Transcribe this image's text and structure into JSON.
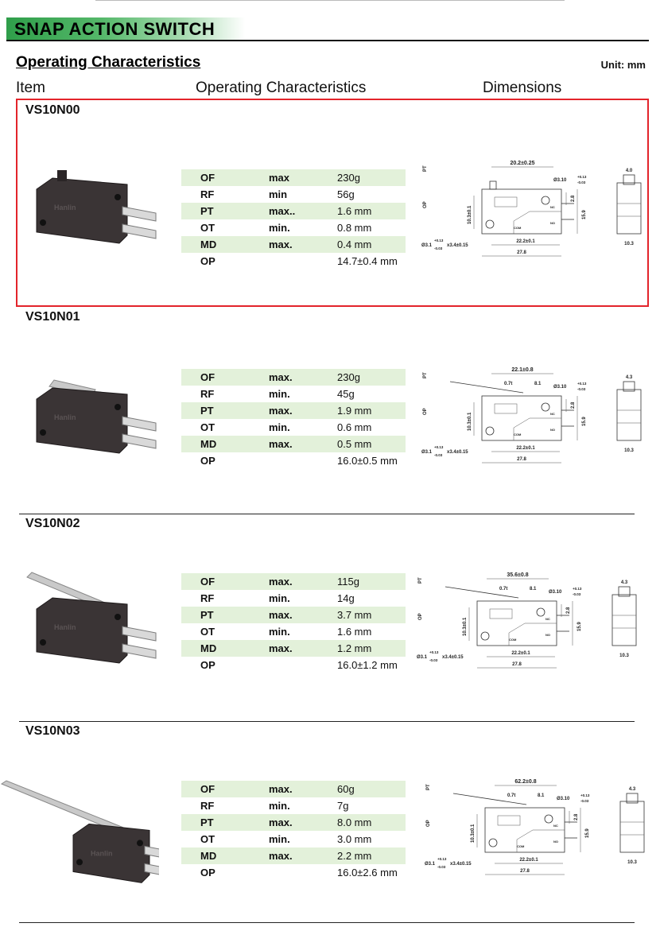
{
  "header": {
    "banner_title": "SNAP ACTION SWITCH",
    "section_title": "Operating Characteristics",
    "unit": "Unit: mm"
  },
  "columns": {
    "item": "Item",
    "operating": "Operating Characteristics",
    "dimensions": "Dimensions"
  },
  "products": [
    {
      "name": "VS10N00",
      "specs": [
        {
          "code": "OF",
          "limit": "max",
          "value": "230g"
        },
        {
          "code": "RF",
          "limit": "min",
          "value": "56g"
        },
        {
          "code": "PT",
          "limit": "max..",
          "value": "1.6 mm"
        },
        {
          "code": "OT",
          "limit": "min.",
          "value": "0.8 mm"
        },
        {
          "code": "MD",
          "limit": "max.",
          "value": "0.4 mm"
        },
        {
          "code": "OP",
          "limit": "",
          "value": "14.7±0.4 mm"
        }
      ],
      "dims": {
        "top": "20.2±0.25",
        "bracket": "",
        "lever": "",
        "side_w": "4.0",
        "side_b": "10.3"
      }
    },
    {
      "name": "VS10N01",
      "specs": [
        {
          "code": "OF",
          "limit": "max.",
          "value": "230g"
        },
        {
          "code": "RF",
          "limit": "min.",
          "value": "45g"
        },
        {
          "code": "PT",
          "limit": "max.",
          "value": "1.9 mm"
        },
        {
          "code": "OT",
          "limit": "min.",
          "value": "0.6 mm"
        },
        {
          "code": "MD",
          "limit": "max.",
          "value": "0.5 mm"
        },
        {
          "code": "OP",
          "limit": "",
          "value": "16.0±0.5 mm"
        }
      ],
      "dims": {
        "top": "22.1±0.8",
        "bracket": "0.7t",
        "lever": "8.1",
        "side_w": "4.3",
        "side_b": "10.3"
      }
    },
    {
      "name": "VS10N02",
      "specs": [
        {
          "code": "OF",
          "limit": "max.",
          "value": "115g"
        },
        {
          "code": "RF",
          "limit": "min.",
          "value": "14g"
        },
        {
          "code": "PT",
          "limit": "max.",
          "value": "3.7 mm"
        },
        {
          "code": "OT",
          "limit": "min.",
          "value": "1.6 mm"
        },
        {
          "code": "MD",
          "limit": "max.",
          "value": "1.2 mm"
        },
        {
          "code": "OP",
          "limit": "",
          "value": "16.0±1.2 mm"
        }
      ],
      "dims": {
        "top": "35.6±0.8",
        "bracket": "0.7t",
        "lever": "8.1",
        "side_w": "4.3",
        "side_b": "10.3"
      }
    },
    {
      "name": "VS10N03",
      "specs": [
        {
          "code": "OF",
          "limit": "max.",
          "value": "60g"
        },
        {
          "code": "RF",
          "limit": "min.",
          "value": "7g"
        },
        {
          "code": "PT",
          "limit": "max.",
          "value": "8.0 mm"
        },
        {
          "code": "OT",
          "limit": "min.",
          "value": "3.0 mm"
        },
        {
          "code": "MD",
          "limit": "max.",
          "value": "2.2 mm"
        },
        {
          "code": "OP",
          "limit": "",
          "value": "16.0±2.6 mm"
        }
      ],
      "dims": {
        "top": "62.2±0.8",
        "bracket": "0.7t",
        "lever": "8.1",
        "side_w": "4.3",
        "side_b": "10.3"
      }
    }
  ],
  "dim_common": {
    "pt": "PT",
    "op": "OP",
    "height": "10.3±0.1",
    "hole": "Ø3.10",
    "hole_tol_top": "+0.13",
    "hole_tol_bot": "-0.03",
    "mount": "Ø3.1",
    "mount_tail": "x3.4±0.15",
    "right_h": "2.8",
    "body_h": "15.9",
    "span": "22.2±0.1",
    "length": "27.8",
    "nc": "NC",
    "no": "NO",
    "com": "COM",
    "brand": "Hanlin"
  }
}
